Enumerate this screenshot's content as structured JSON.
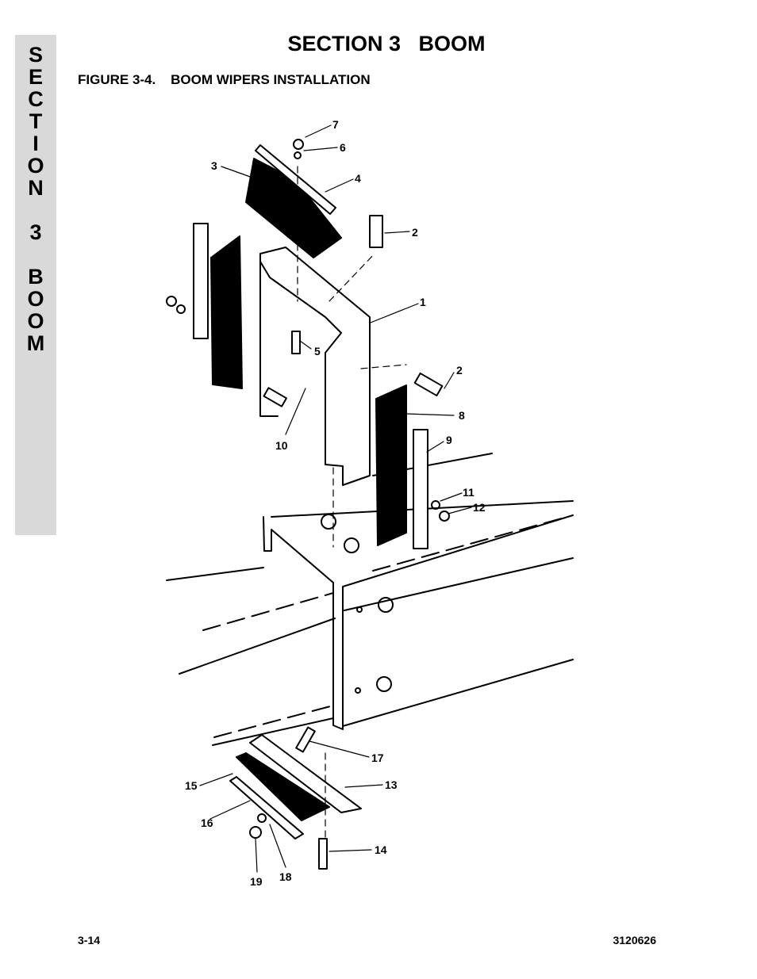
{
  "side_tab": {
    "letters": [
      "S",
      "E",
      "C",
      "T",
      "I",
      "O",
      "N",
      "",
      "3",
      "",
      "B",
      "O",
      "O",
      "M"
    ]
  },
  "header": {
    "title": "SECTION 3   BOOM"
  },
  "figure": {
    "title": "FIGURE 3-4.    BOOM WIPERS INSTALLATION",
    "callouts": [
      "1",
      "2",
      "2",
      "3",
      "4",
      "5",
      "6",
      "7",
      "8",
      "9",
      "10",
      "11",
      "12",
      "13",
      "14",
      "15",
      "16",
      "17",
      "18",
      "19"
    ]
  },
  "footer": {
    "page_number": "3-14",
    "document_number": "3120626"
  }
}
